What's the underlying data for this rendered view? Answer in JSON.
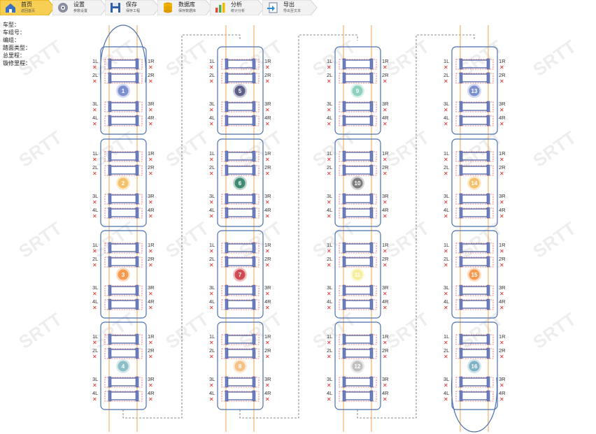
{
  "toolbar": [
    {
      "label": "首页",
      "sub": "返回首页",
      "icon": "home-icon",
      "active": true
    },
    {
      "label": "设置",
      "sub": "参数设置",
      "icon": "settings-icon",
      "active": false
    },
    {
      "label": "保存",
      "sub": "保存工程",
      "icon": "save-icon",
      "active": false
    },
    {
      "label": "数据库",
      "sub": "保存数据库",
      "icon": "database-icon",
      "active": false
    },
    {
      "label": "分析",
      "sub": "统计分析",
      "icon": "analysis-icon",
      "active": false
    },
    {
      "label": "导出",
      "sub": "导出至文本",
      "icon": "export-icon",
      "active": false
    }
  ],
  "info": [
    {
      "label": "车型：",
      "value": ""
    },
    {
      "label": "车组号：",
      "value": ""
    },
    {
      "label": "编组：",
      "value": ""
    },
    {
      "label": "踏面类型：",
      "value": ""
    },
    {
      "label": "总里程：",
      "value": ""
    },
    {
      "label": "镟修里程：",
      "value": ""
    }
  ],
  "watermark": "SRTT",
  "status_mark": "✕",
  "colors": {
    "car_border": "#4a6fb0",
    "rail": "#f7b26a",
    "mark": "#e02020",
    "active_tab": "#f5c842"
  },
  "axle_labels_left": [
    "1L",
    "2L",
    "3L",
    "4L"
  ],
  "axle_labels_right": [
    "1R",
    "2R",
    "3R",
    "4R"
  ],
  "cars": [
    {
      "number": "1",
      "color": "#7b8fd0"
    },
    {
      "number": "2",
      "color": "#f5c26b"
    },
    {
      "number": "3",
      "color": "#f59a4f"
    },
    {
      "number": "4",
      "color": "#8cbfc7"
    },
    {
      "number": "5",
      "color": "#5a5f8a"
    },
    {
      "number": "6",
      "color": "#3f8a73"
    },
    {
      "number": "7",
      "color": "#d14a52"
    },
    {
      "number": "8",
      "color": "#f5c28a"
    },
    {
      "number": "9",
      "color": "#8fd1bf"
    },
    {
      "number": "10",
      "color": "#7d7d7d"
    },
    {
      "number": "11",
      "color": "#f7ee9e"
    },
    {
      "number": "12",
      "color": "#c0c0c0"
    },
    {
      "number": "13",
      "color": "#7b8fd0"
    },
    {
      "number": "14",
      "color": "#f5c26b"
    },
    {
      "number": "15",
      "color": "#f59a4f"
    },
    {
      "number": "16",
      "color": "#7fb2c4"
    }
  ]
}
